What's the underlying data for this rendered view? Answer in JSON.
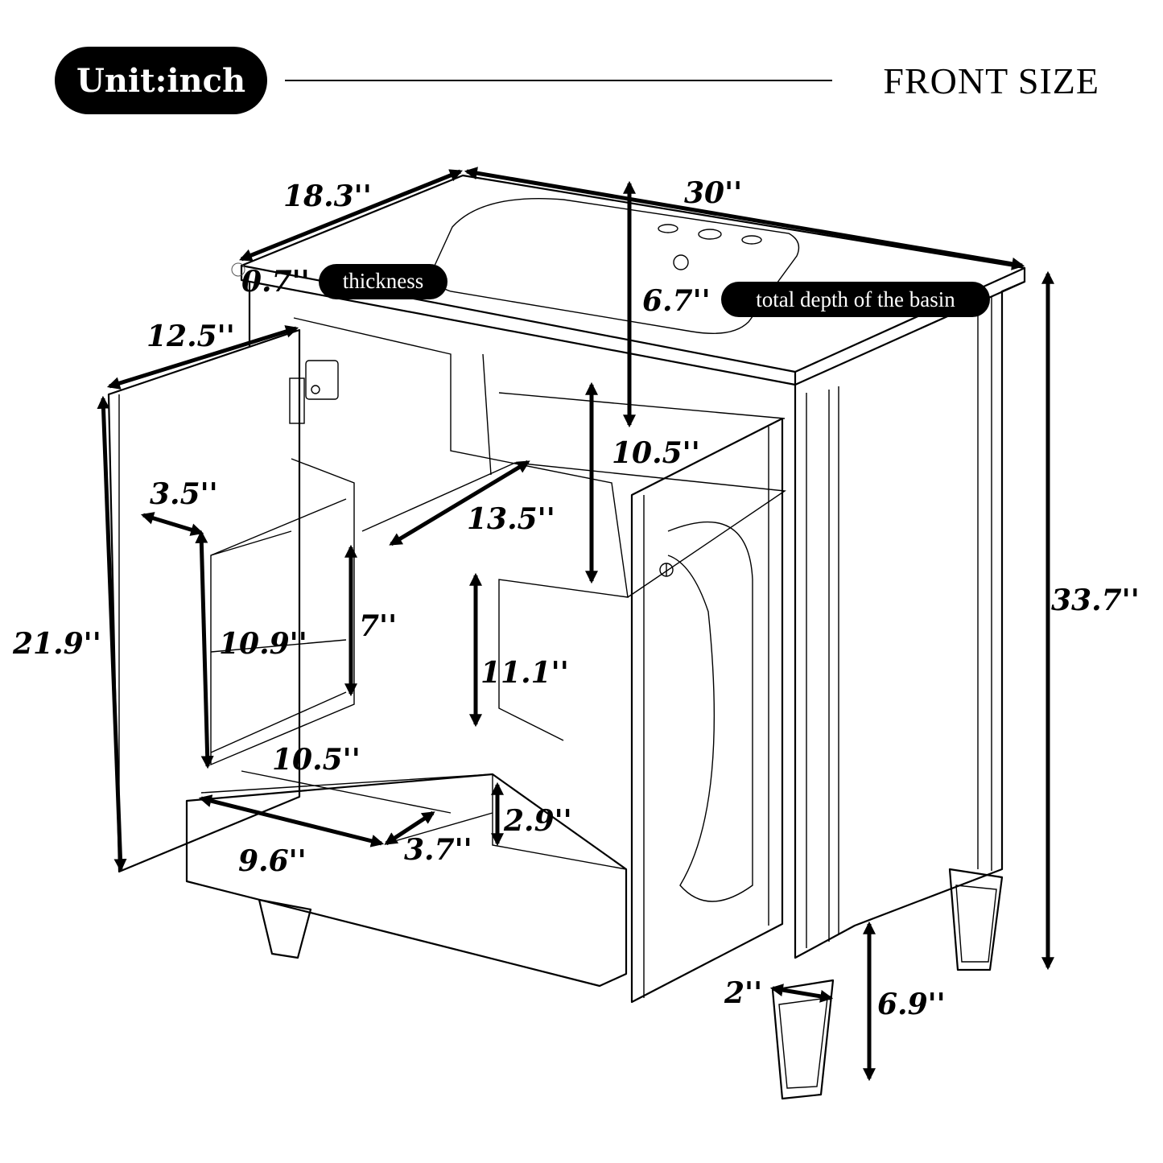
{
  "header": {
    "unit_label": "Unit:inch",
    "title": "FRONT SIZE"
  },
  "dimensions": {
    "depth": "18.3''",
    "width": "30''",
    "top_thickness": "0.7''",
    "basin_depth": "6.7''",
    "door_width": "12.5''",
    "basin_clearance": "10.5''",
    "shelf_depth": "13.5''",
    "rack_width": "3.5''",
    "door_height": "21.9''",
    "rack_height": "10.9''",
    "rack_gap": "7''",
    "inner_height": "11.1''",
    "tray_depth": "10.5''",
    "drawer_width": "9.6''",
    "drawer_depth": "3.7''",
    "drawer_height": "2.9''",
    "total_height": "33.7''",
    "leg_width": "2''",
    "leg_height": "6.9''"
  },
  "labels": {
    "thickness": "thickness",
    "basin": "total depth of the basin"
  },
  "colors": {
    "ink": "#000000",
    "background": "#ffffff"
  }
}
